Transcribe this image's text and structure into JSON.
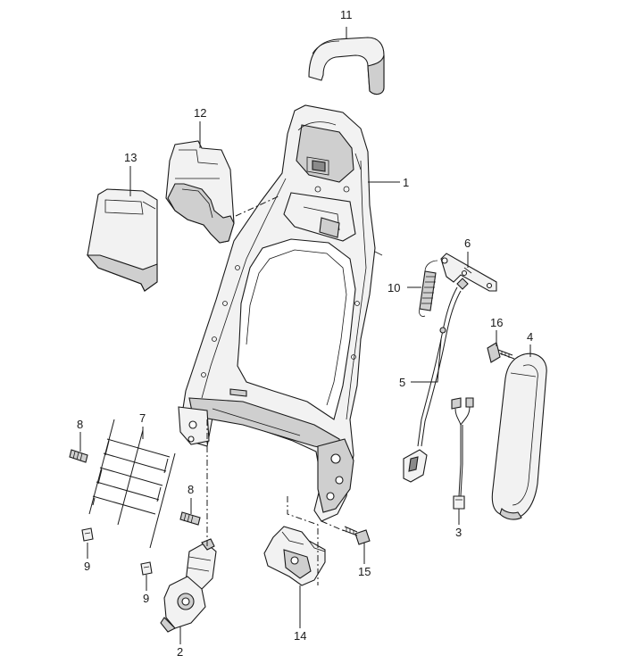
{
  "diagram": {
    "callouts": [
      {
        "id": "c1",
        "text": "1"
      },
      {
        "id": "c2",
        "text": "2"
      },
      {
        "id": "c3",
        "text": "3"
      },
      {
        "id": "c4",
        "text": "4"
      },
      {
        "id": "c5",
        "text": "5"
      },
      {
        "id": "c6",
        "text": "6"
      },
      {
        "id": "c7",
        "text": "7"
      },
      {
        "id": "c8a",
        "text": "8"
      },
      {
        "id": "c8b",
        "text": "8"
      },
      {
        "id": "c9a",
        "text": "9"
      },
      {
        "id": "c9b",
        "text": "9"
      },
      {
        "id": "c10",
        "text": "10"
      },
      {
        "id": "c11",
        "text": "11"
      },
      {
        "id": "c12",
        "text": "12"
      },
      {
        "id": "c13",
        "text": "13"
      },
      {
        "id": "c14",
        "text": "14"
      },
      {
        "id": "c15",
        "text": "15"
      },
      {
        "id": "c16",
        "text": "16"
      }
    ],
    "colors": {
      "ink": "#1a1a1a",
      "part_fill": "#f2f2f2",
      "shade": "#cfcfcf",
      "dark": "#8a8a8a",
      "background": "#ffffff"
    }
  }
}
